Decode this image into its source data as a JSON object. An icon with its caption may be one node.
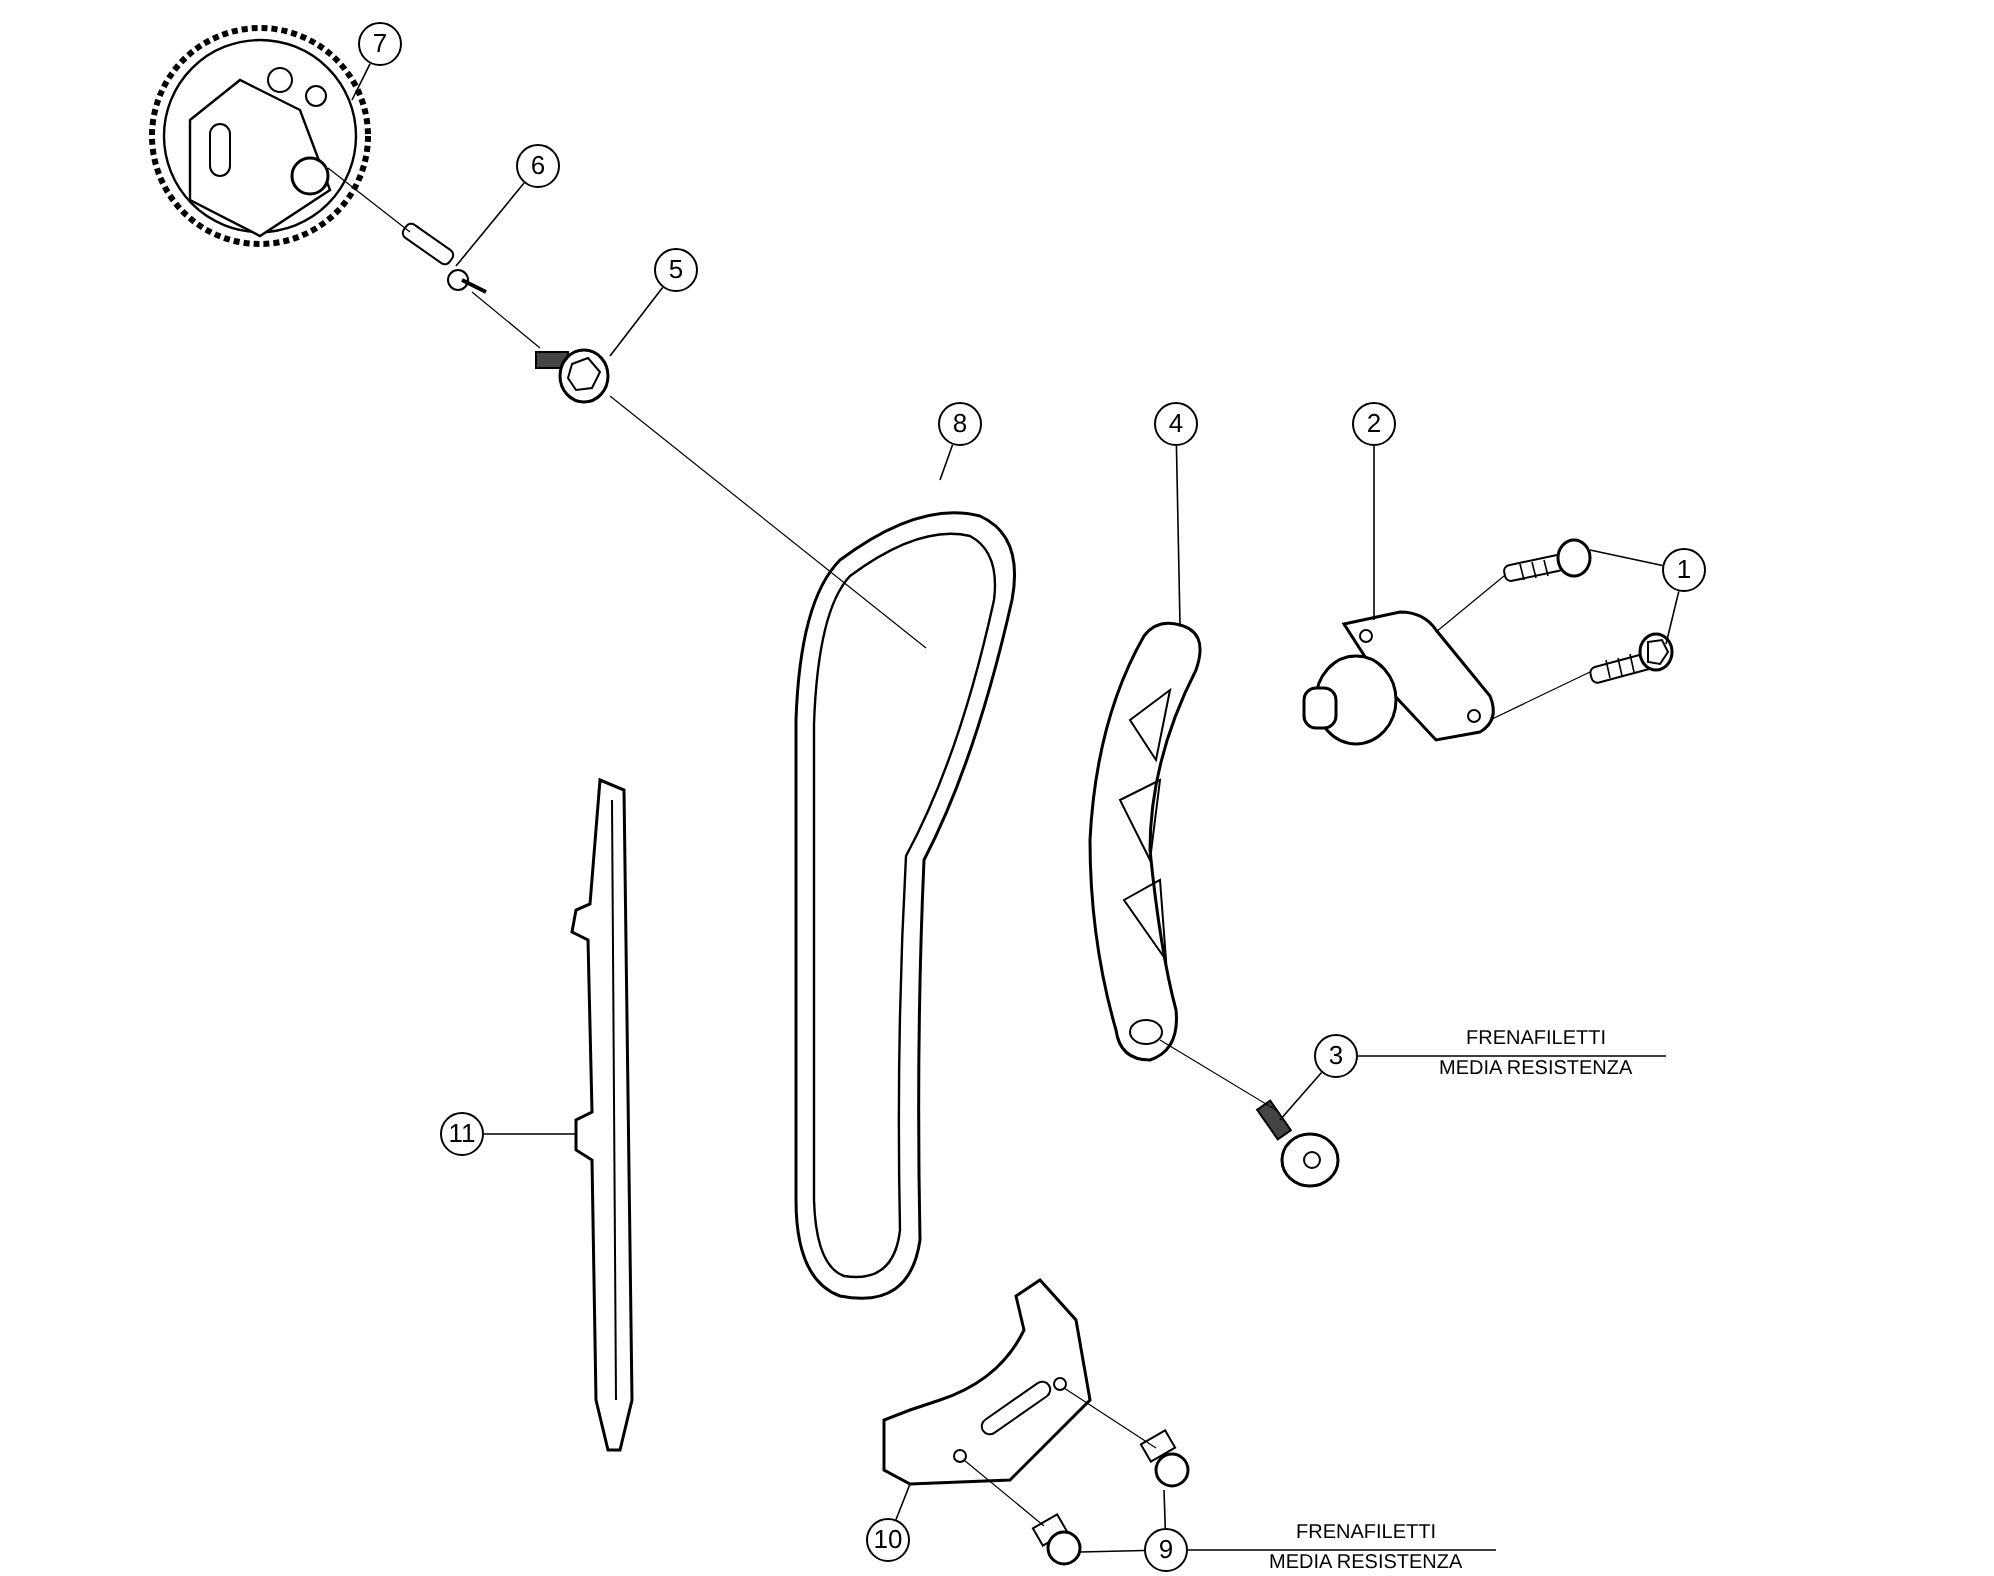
{
  "diagram": {
    "nodes": [
      {
        "text": [
          "7"
        ]
      },
      {
        "text": [
          "6"
        ]
      },
      {
        "text": [
          "5"
        ]
      },
      {
        "text": [
          "8"
        ]
      },
      {
        "text": [
          "4"
        ]
      },
      {
        "text": [
          "2"
        ]
      },
      {
        "text": [
          "1"
        ]
      },
      {
        "text": [
          "11"
        ]
      },
      {
        "text": [
          "3"
        ],
        "beside": [
          "FRENAFILETTI",
          "MEDIA RESISTENZA"
        ]
      },
      {
        "text": [
          "10"
        ]
      },
      {
        "text": [
          "9"
        ],
        "beside": [
          "FRENAFILETTI",
          "MEDIA RESISTENZA"
        ]
      },
      {
        "text": [],
        "shape": "picture"
      },
      {
        "text": [],
        "shape": "picture"
      },
      {
        "text": [],
        "shape": "picture"
      },
      {
        "text": [],
        "shape": "picture"
      },
      {
        "text": [],
        "shape": "picture"
      },
      {
        "text": [],
        "shape": "picture"
      },
      {
        "text": [],
        "shape": "picture"
      },
      {
        "text": [],
        "shape": "picture"
      },
      {
        "text": [],
        "shape": "picture"
      },
      {
        "text": [],
        "shape": "picture"
      },
      {
        "text": [],
        "shape": "picture"
      },
      {
        "text": [],
        "shape": "picture"
      },
      {
        "text": [],
        "shape": "picture"
      }
    ],
    "edges": [
      {
        "from": 0,
        "to": 11,
        "arrow": "none"
      },
      {
        "from": 1,
        "to": 12,
        "arrow": "none"
      },
      {
        "from": 2,
        "to": 13,
        "arrow": "none"
      },
      {
        "from": 3,
        "to": 14,
        "arrow": "none"
      },
      {
        "from": 4,
        "to": 15,
        "arrow": "none"
      },
      {
        "from": 5,
        "to": 16,
        "arrow": "none"
      },
      {
        "from": 6,
        "to": 17,
        "arrow": "none"
      },
      {
        "from": 6,
        "to": 18,
        "arrow": "none"
      },
      {
        "from": 7,
        "to": 19,
        "arrow": "none"
      },
      {
        "from": 8,
        "to": 20,
        "arrow": "none"
      },
      {
        "from": 9,
        "to": 21,
        "arrow": "none"
      },
      {
        "from": 10,
        "to": 22,
        "arrow": "none"
      },
      {
        "from": 10,
        "to": 23,
        "arrow": "none"
      },
      {
        "from": 11,
        "to": 12,
        "arrow": "none"
      },
      {
        "from": 12,
        "to": 13,
        "arrow": "none"
      },
      {
        "from": 13,
        "to": 14,
        "arrow": "none"
      },
      {
        "from": 17,
        "to": 16,
        "arrow": "none"
      },
      {
        "from": 18,
        "to": 16,
        "arrow": "none"
      },
      {
        "from": 20,
        "to": 15,
        "arrow": "none"
      },
      {
        "from": 22,
        "to": 21,
        "arrow": "none"
      },
      {
        "from": 23,
        "to": 21,
        "arrow": "none"
      }
    ]
  }
}
